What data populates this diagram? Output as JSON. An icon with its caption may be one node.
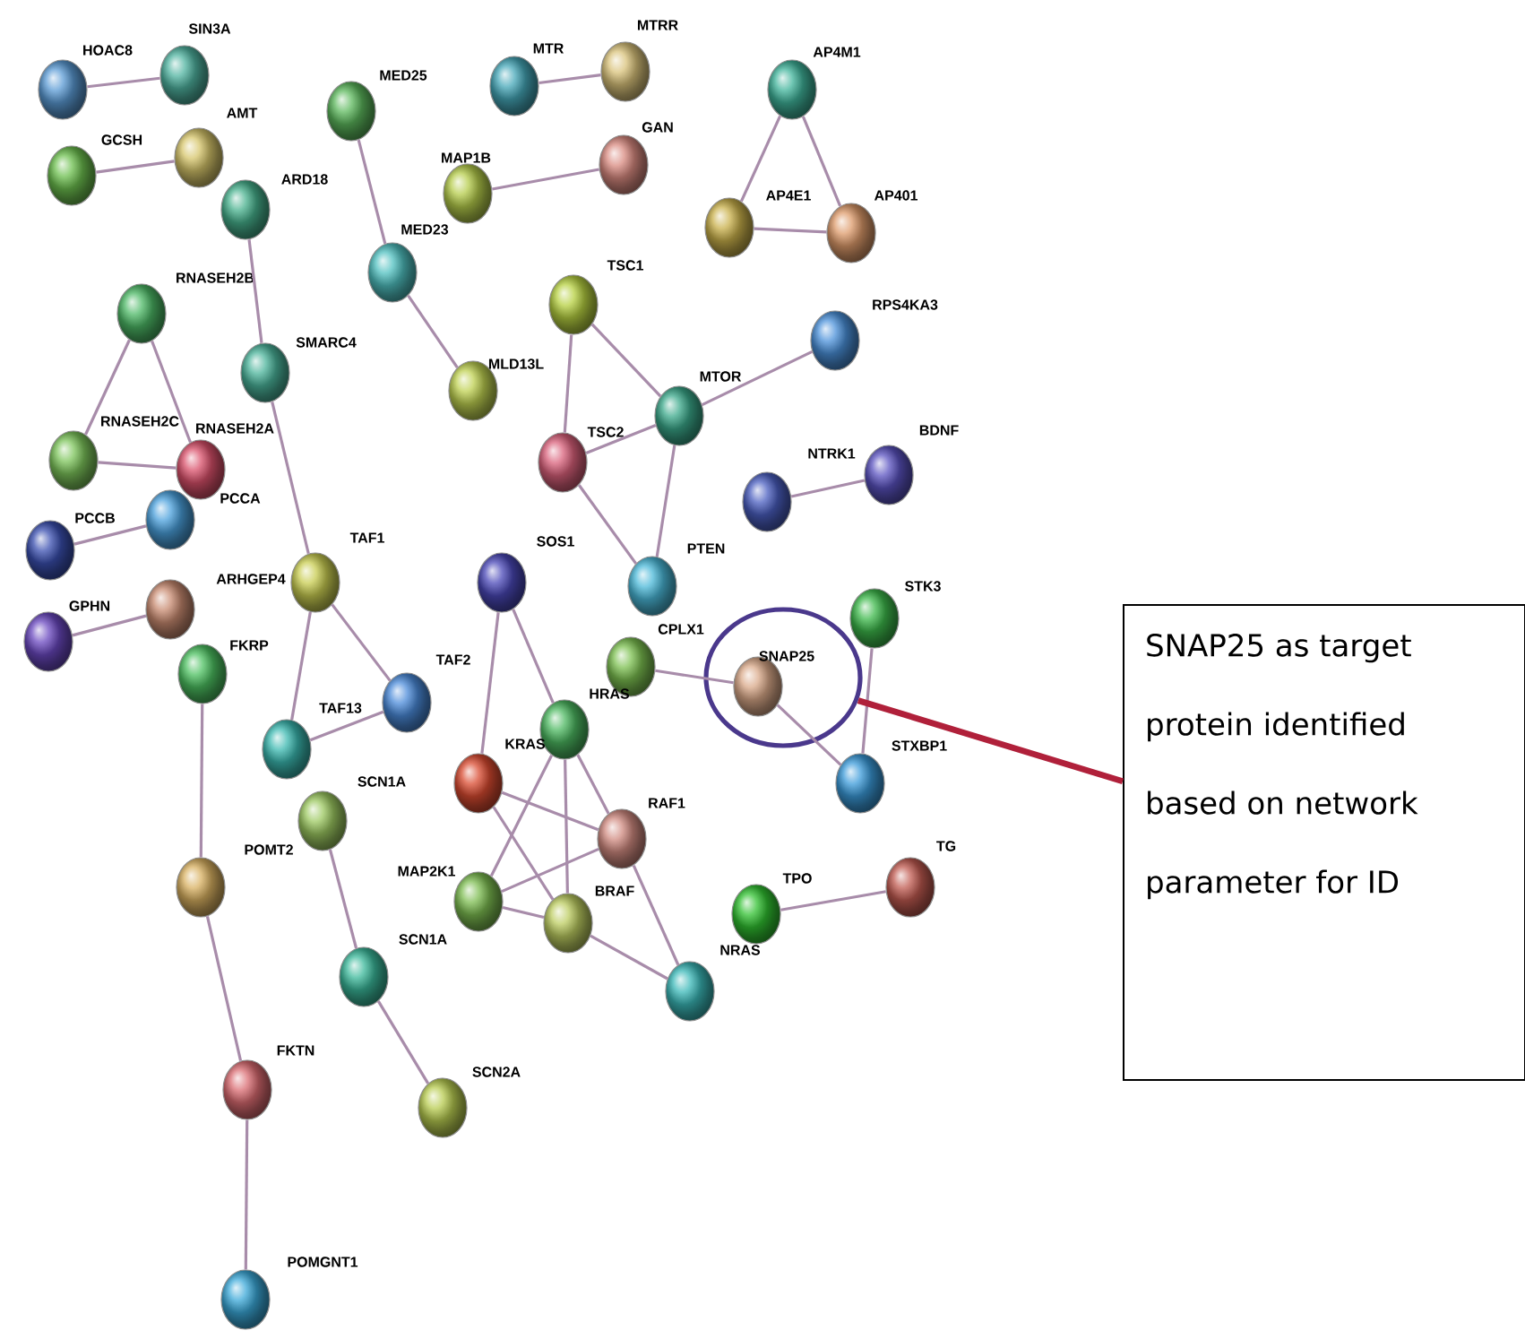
{
  "diagram": {
    "nodes": [
      {
        "text": [
          "HOAC8"
        ]
      },
      {
        "text": [
          "SIN3A"
        ]
      },
      {
        "text": [
          "MTRR"
        ]
      },
      {
        "text": [
          "MTR"
        ]
      },
      {
        "text": [
          "MED25"
        ]
      },
      {
        "text": [
          "AP4M1"
        ]
      },
      {
        "text": [
          "GCSH"
        ]
      },
      {
        "text": [
          "AMT"
        ]
      },
      {
        "text": [
          "GAN"
        ]
      },
      {
        "text": [
          "MAP1B"
        ]
      },
      {
        "text": [
          "ARD18"
        ]
      },
      {
        "text": [
          "MED23"
        ]
      },
      {
        "text": [
          "AP4E1"
        ]
      },
      {
        "text": [
          "AP401"
        ]
      },
      {
        "text": [
          "RNASEH2B"
        ]
      },
      {
        "text": [
          "TSC1"
        ]
      },
      {
        "text": [
          "RPS4KA3"
        ]
      },
      {
        "text": [
          "SMARC4"
        ]
      },
      {
        "text": [
          "MLD13L"
        ]
      },
      {
        "text": [
          "MTOR"
        ]
      },
      {
        "text": [
          "RNASEH2C"
        ]
      },
      {
        "text": [
          "RNASEH2A"
        ]
      },
      {
        "text": [
          "TSC2"
        ]
      },
      {
        "text": [
          "NTRK1"
        ]
      },
      {
        "text": [
          "BDNF"
        ]
      },
      {
        "text": [
          "PCCB"
        ]
      },
      {
        "text": [
          "PCCA"
        ]
      },
      {
        "text": [
          "SOS1"
        ]
      },
      {
        "text": [
          "TAF1"
        ]
      },
      {
        "text": [
          "PTEN"
        ]
      },
      {
        "text": [
          "STK3"
        ]
      },
      {
        "text": [
          "ARHGEP4"
        ]
      },
      {
        "text": [
          "GPHN"
        ]
      },
      {
        "text": [
          "FKRP"
        ]
      },
      {
        "text": [
          "CPLX1"
        ]
      },
      {
        "text": [],
        "shape": "circle"
      },
      {
        "text": [
          "SNAP25"
        ],
        "in": 35
      },
      {
        "text": [
          "SNAP25 as target protein identified based on network parameter for ID"
        ]
      },
      {
        "text": [
          "HRAS"
        ]
      },
      {
        "text": [
          "TAF2"
        ]
      },
      {
        "text": [
          "KRAS"
        ]
      },
      {
        "text": [
          "TAF13"
        ]
      },
      {
        "text": [
          "STXBP1"
        ]
      },
      {
        "text": [
          "RAF1"
        ]
      },
      {
        "text": [
          "SCN1A"
        ]
      },
      {
        "text": [
          "MAP2K1"
        ]
      },
      {
        "text": [
          "BRAF"
        ]
      },
      {
        "text": [
          "TPO"
        ]
      },
      {
        "text": [
          "TG"
        ]
      },
      {
        "text": [
          "POMT2"
        ]
      },
      {
        "text": [
          "NRAS"
        ]
      },
      {
        "text": [
          "SCN1A"
        ]
      },
      {
        "text": [
          "FKTN"
        ]
      },
      {
        "text": [
          "SCN2A"
        ]
      },
      {
        "text": [
          "POMGNT1"
        ]
      }
    ],
    "edges": [
      {
        "from": 0,
        "to": 1,
        "arrow": "none"
      },
      {
        "from": 6,
        "to": 7,
        "arrow": "none"
      },
      {
        "from": 3,
        "to": 2,
        "arrow": "none"
      },
      {
        "from": 9,
        "to": 8,
        "arrow": "none"
      },
      {
        "from": 5,
        "to": 12,
        "arrow": "none"
      },
      {
        "from": 5,
        "to": 13,
        "arrow": "none"
      },
      {
        "from": 12,
        "to": 13,
        "arrow": "none"
      },
      {
        "from": 4,
        "to": 11,
        "arrow": "none"
      },
      {
        "from": 11,
        "to": 18,
        "arrow": "none"
      },
      {
        "from": 10,
        "to": 17,
        "arrow": "none"
      },
      {
        "from": 17,
        "to": 28,
        "arrow": "none"
      },
      {
        "from": 14,
        "to": 20,
        "arrow": "none"
      },
      {
        "from": 14,
        "to": 21,
        "arrow": "none"
      },
      {
        "from": 20,
        "to": 21,
        "arrow": "none"
      },
      {
        "from": 25,
        "to": 26,
        "arrow": "none"
      },
      {
        "from": 32,
        "to": 31,
        "arrow": "none"
      },
      {
        "from": 33,
        "to": 49,
        "arrow": "none"
      },
      {
        "from": 49,
        "to": 52,
        "arrow": "none"
      },
      {
        "from": 52,
        "to": 54,
        "arrow": "none"
      },
      {
        "from": 28,
        "to": 41,
        "arrow": "none"
      },
      {
        "from": 28,
        "to": 39,
        "arrow": "none"
      },
      {
        "from": 41,
        "to": 39,
        "arrow": "none"
      },
      {
        "from": 44,
        "to": 51,
        "arrow": "none"
      },
      {
        "from": 51,
        "to": 53,
        "arrow": "none"
      },
      {
        "from": 15,
        "to": 22,
        "arrow": "none"
      },
      {
        "from": 15,
        "to": 19,
        "arrow": "none"
      },
      {
        "from": 22,
        "to": 19,
        "arrow": "none"
      },
      {
        "from": 19,
        "to": 16,
        "arrow": "none"
      },
      {
        "from": 19,
        "to": 29,
        "arrow": "none"
      },
      {
        "from": 22,
        "to": 29,
        "arrow": "none"
      },
      {
        "from": 23,
        "to": 24,
        "arrow": "none"
      },
      {
        "from": 27,
        "to": 40,
        "arrow": "none"
      },
      {
        "from": 27,
        "to": 38,
        "arrow": "none"
      },
      {
        "from": 34,
        "to": 36,
        "arrow": "none"
      },
      {
        "from": 36,
        "to": 42,
        "arrow": "none"
      },
      {
        "from": 30,
        "to": 42,
        "arrow": "none"
      },
      {
        "from": 38,
        "to": 43,
        "arrow": "none"
      },
      {
        "from": 38,
        "to": 45,
        "arrow": "none"
      },
      {
        "from": 38,
        "to": 46,
        "arrow": "none"
      },
      {
        "from": 40,
        "to": 43,
        "arrow": "none"
      },
      {
        "from": 40,
        "to": 46,
        "arrow": "none"
      },
      {
        "from": 45,
        "to": 43,
        "arrow": "none"
      },
      {
        "from": 45,
        "to": 46,
        "arrow": "none"
      },
      {
        "from": 46,
        "to": 50,
        "arrow": "none"
      },
      {
        "from": 43,
        "to": 50,
        "arrow": "none"
      },
      {
        "from": 47,
        "to": 48,
        "arrow": "none"
      },
      {
        "from": 37,
        "to": 35,
        "arrow": "none",
        "style": "thick",
        "color": "#b0203a"
      }
    ]
  }
}
